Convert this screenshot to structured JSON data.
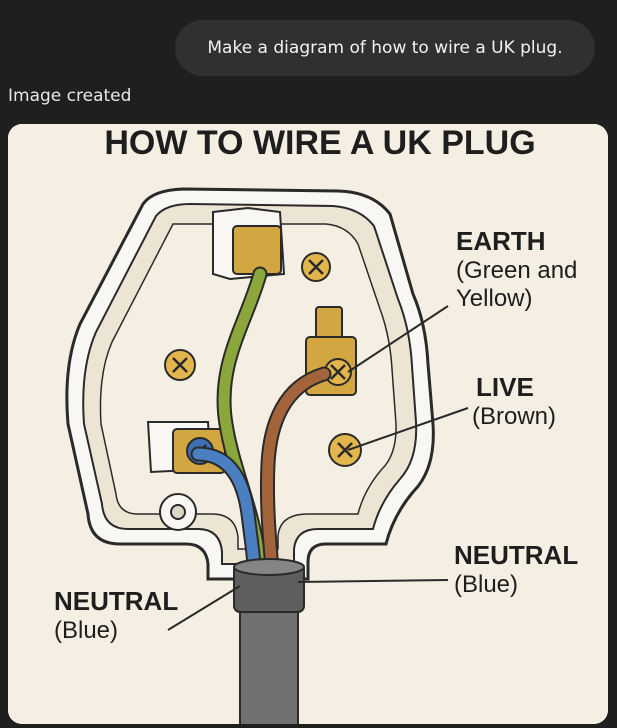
{
  "chat": {
    "user_message": "Make a diagram of how to wire a UK plug.",
    "status": "Image created"
  },
  "diagram": {
    "title": "HOW TO WIRE A UK PLUG",
    "labels": {
      "earth_title": "EARTH",
      "earth_sub1": "(Green and",
      "earth_sub2": "Yellow)",
      "live_title": "LIVE",
      "live_sub": "(Brown)",
      "neutral_right_title": "NEUTRAL",
      "neutral_right_sub": "(Blue)",
      "neutral_left_title": "NEUTRAL",
      "neutral_left_sub": "(Blue)"
    },
    "colors": {
      "background": "#f4efe2",
      "earth_wire": "#8ba63a",
      "live_wire": "#a3643c",
      "neutral_wire": "#4a7fc1",
      "brass": "#d2a640",
      "cable": "#707070"
    }
  }
}
